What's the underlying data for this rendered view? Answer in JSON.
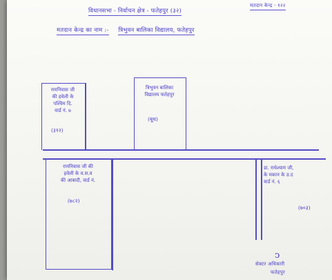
{
  "header": {
    "title": "विधानसभा - निर्वाचन क्षेत्र - फतेहपुर (३२)",
    "booth_no": "मतदान केन्द्र - १२२",
    "centre_label": "मतदान केन्द्र का नाम :-",
    "centre_name": "त्रिभुवन बालिका विद्यालय, फतेहपुर"
  },
  "blocks": {
    "left_top_text": "रामनिवास जी\nकी हवेली के\nपश्चिम दि.\nवार्ड नं. ७",
    "left_top_num": "(३१२)",
    "center_text": "त्रिभुवन बालिका\nविद्यालय फतेहपुर",
    "center_num": "(बूथ)",
    "left_bottom_text": "रामनिवास जी की\nहवेली के व.स.व\nकी आबादी, वार्ड नं.",
    "left_bottom_num": "(७८२)",
    "right_text": "डा. राधेश्याम जी,\nके मकान के उ.द\nवार्ड नं. ६",
    "right_num": "(७०३)"
  },
  "signature": {
    "name": "सेक्टर अधिकारी",
    "place": "फतेहपुर"
  }
}
